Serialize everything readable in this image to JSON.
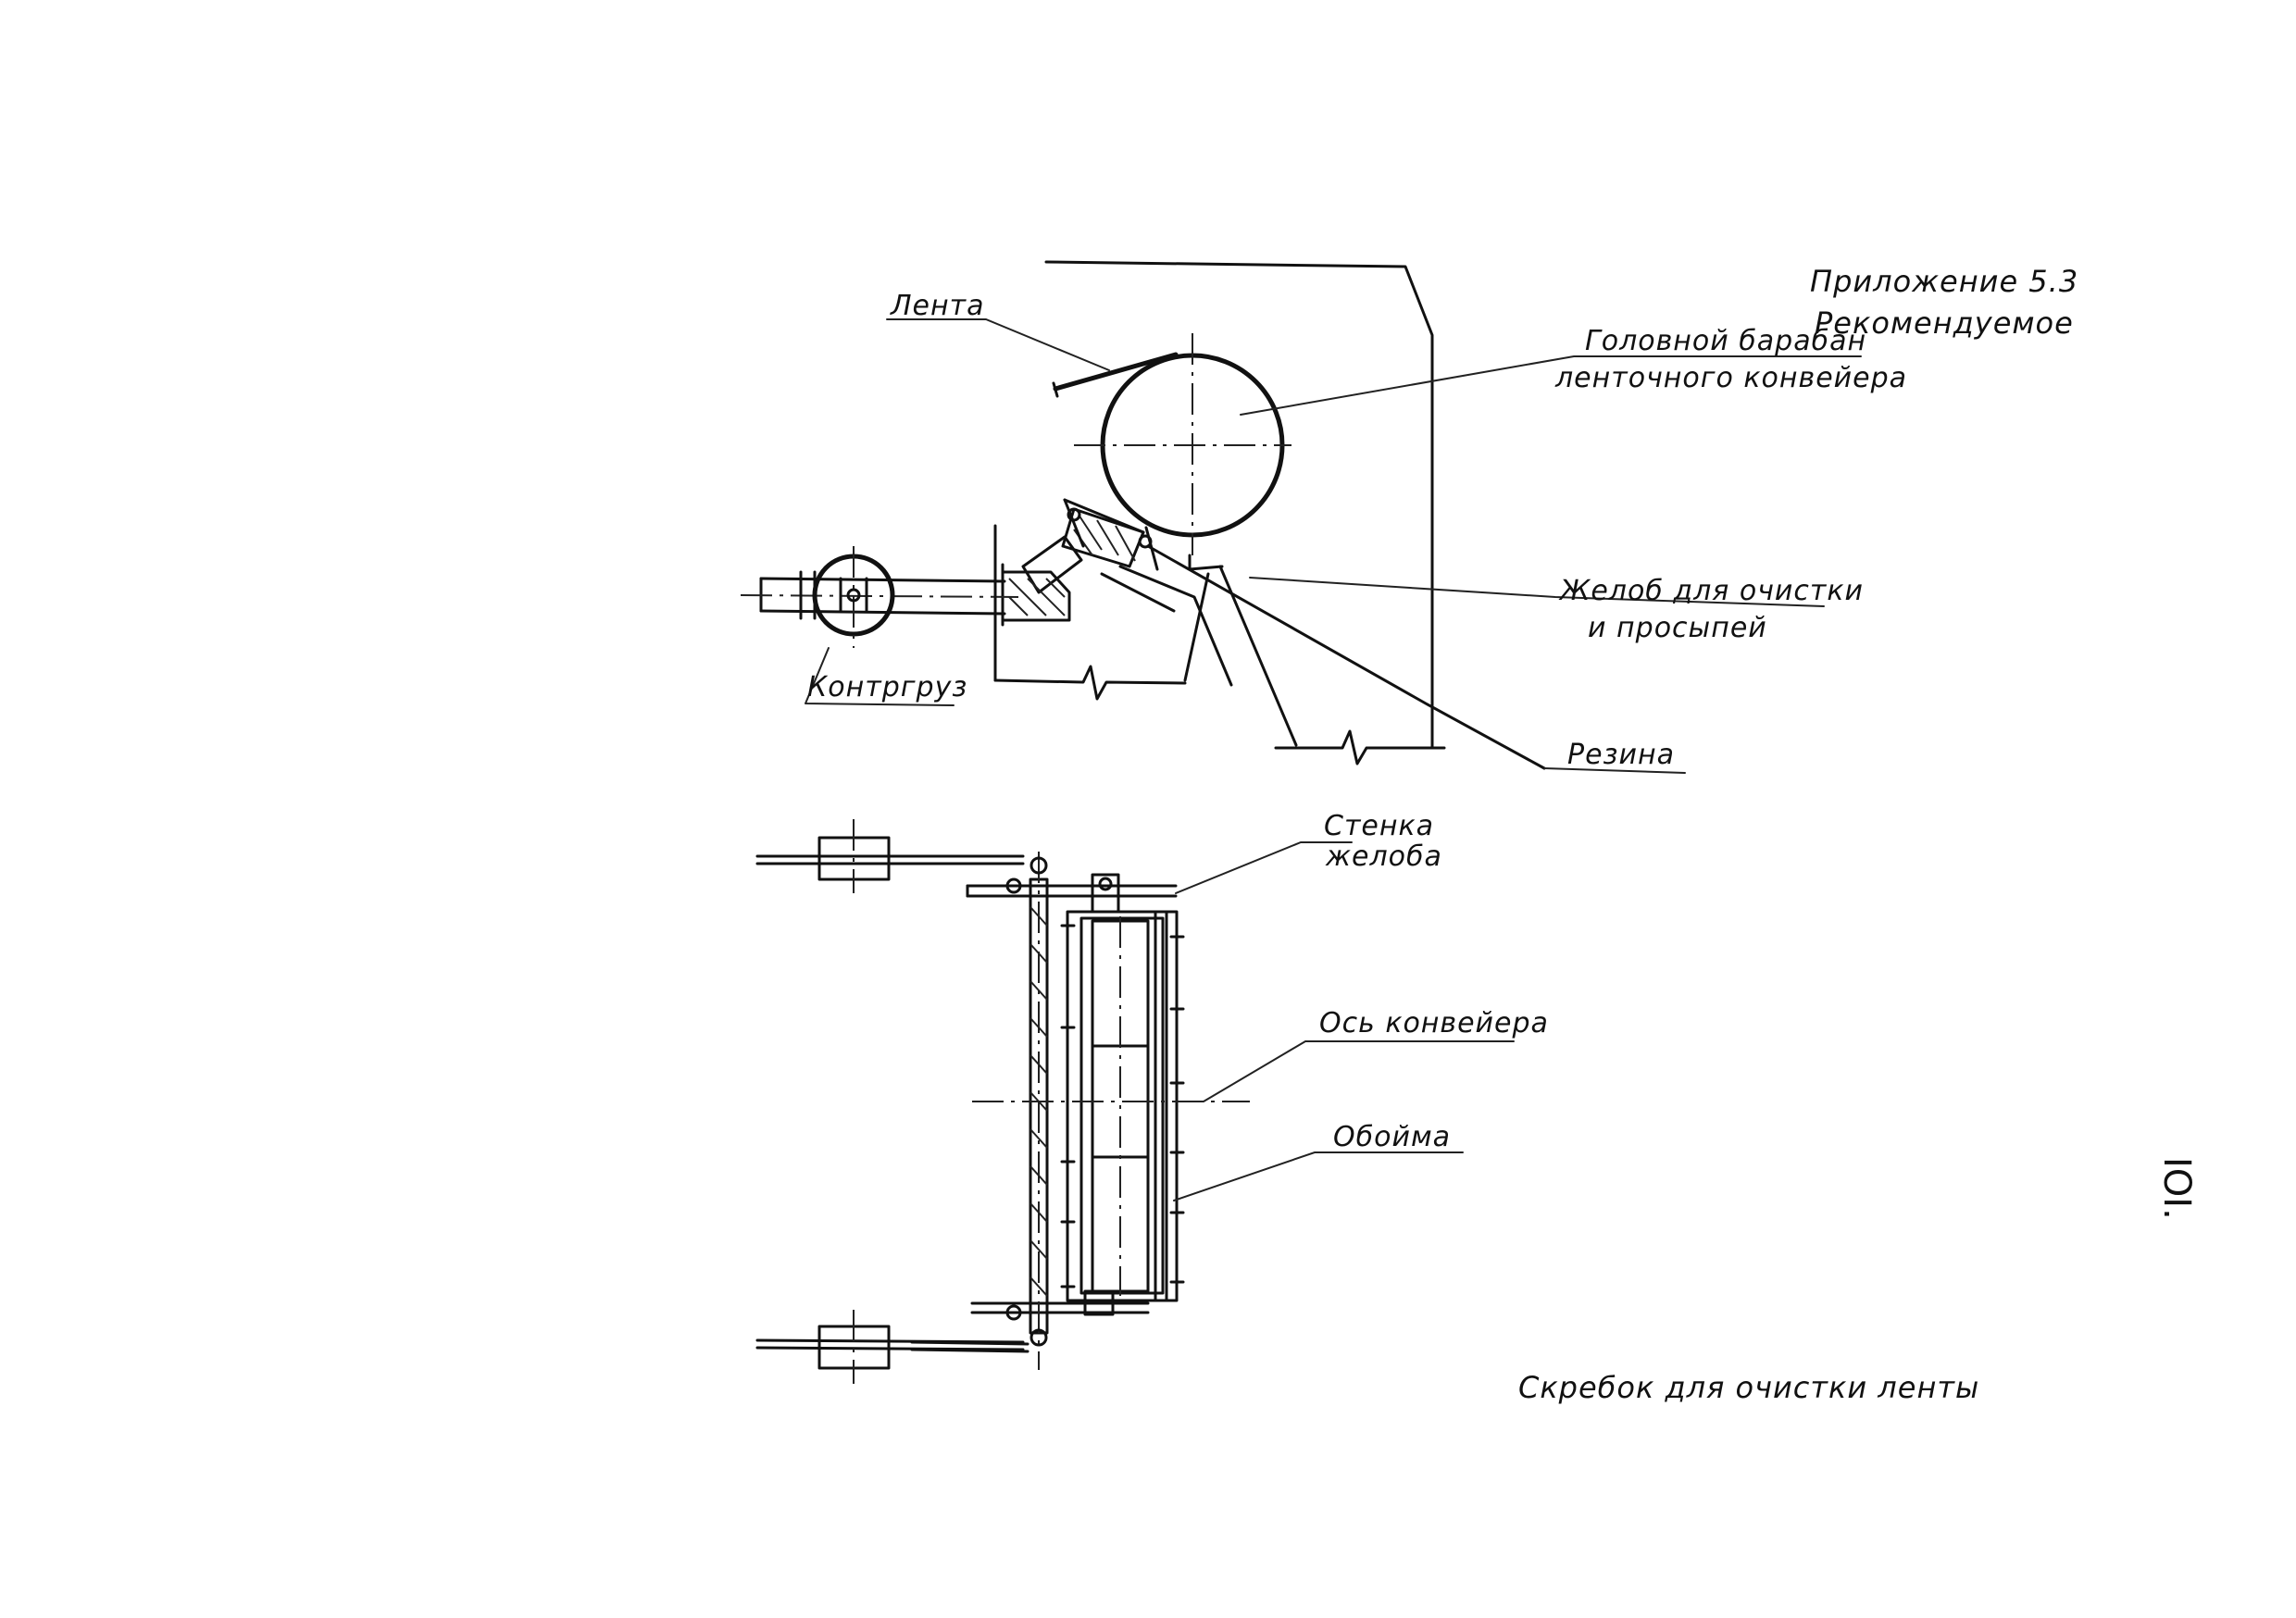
{
  "header": {
    "appendix": "Приложение 5.3",
    "status": "Рекомендуемое"
  },
  "labels": {
    "belt": "Лента",
    "drum_line1": "Головной барабан",
    "drum_line2": "ленточного конвейера",
    "trough_line1": "Желоб для очистки",
    "trough_line2": "и просыпей",
    "counterweight": "Контргруз",
    "rubber": "Резина",
    "wall_line1": "Стенка",
    "wall_line2": "желоба",
    "axis": "Ось конвейера",
    "holder": "Обойма"
  },
  "caption": "Скребок для очистки ленты",
  "page_number": "IOI."
}
